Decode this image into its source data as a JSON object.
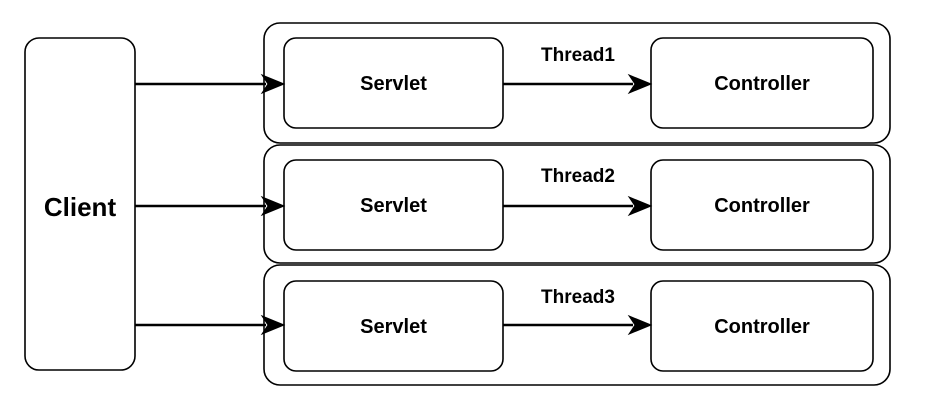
{
  "client": {
    "label": "Client"
  },
  "threads": [
    {
      "thread_label": "Thread1",
      "servlet_label": "Servlet",
      "controller_label": "Controller"
    },
    {
      "thread_label": "Thread2",
      "servlet_label": "Servlet",
      "controller_label": "Controller"
    },
    {
      "thread_label": "Thread3",
      "servlet_label": "Servlet",
      "controller_label": "Controller"
    }
  ]
}
